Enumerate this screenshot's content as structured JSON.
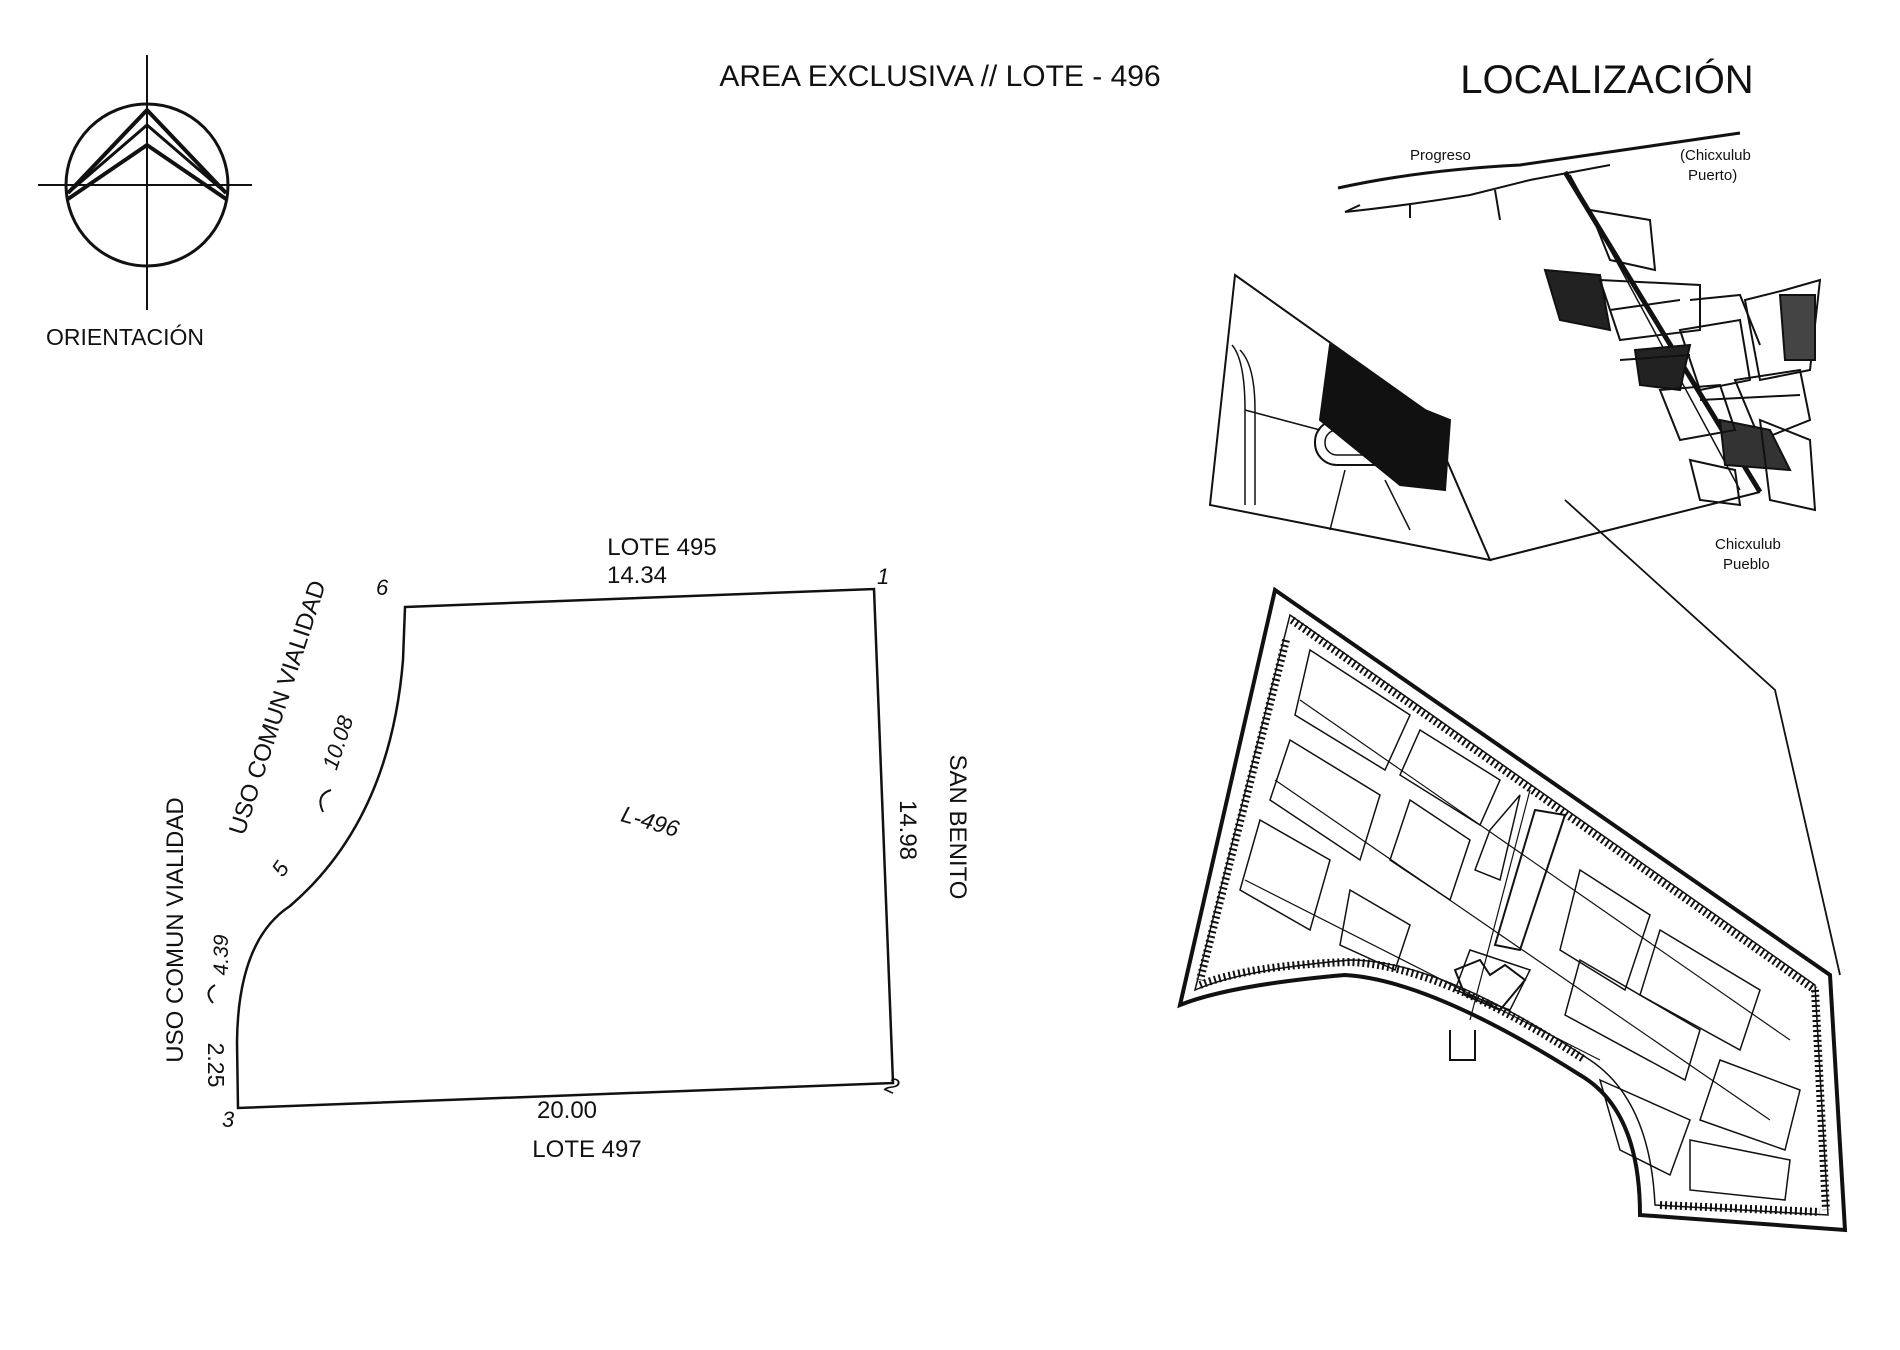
{
  "title": "AREA EXCLUSIVA // LOTE - 496",
  "location_title": "LOCALIZACIÓN",
  "orientation_label": "ORIENTACIÓN",
  "lot": {
    "id_label": "L-496",
    "neighbors": {
      "north": "LOTE 495",
      "south": "LOTE 497",
      "east": "SAN BENITO",
      "west_upper": "USO COMUN VIALIDAD",
      "west_lower": "USO COMUN VIALIDAD"
    },
    "dimensions": {
      "side_6_1": "14.34",
      "side_1_2": "14.98",
      "side_2_3": "20.00",
      "side_3_4": "2.25",
      "arc_4_5": "4.39",
      "arc_5_6": "10.08"
    },
    "vertices": [
      "1",
      "2",
      "3",
      "5",
      "6"
    ]
  },
  "map": {
    "labels": {
      "progreso": "Progreso",
      "chicxulub_puerto": "(Chicxulub\nPuerto)",
      "chicxulub_pueblo": "Chicxulub\nPueblo"
    }
  },
  "colors": {
    "ink": "#111111",
    "background": "#ffffff"
  }
}
